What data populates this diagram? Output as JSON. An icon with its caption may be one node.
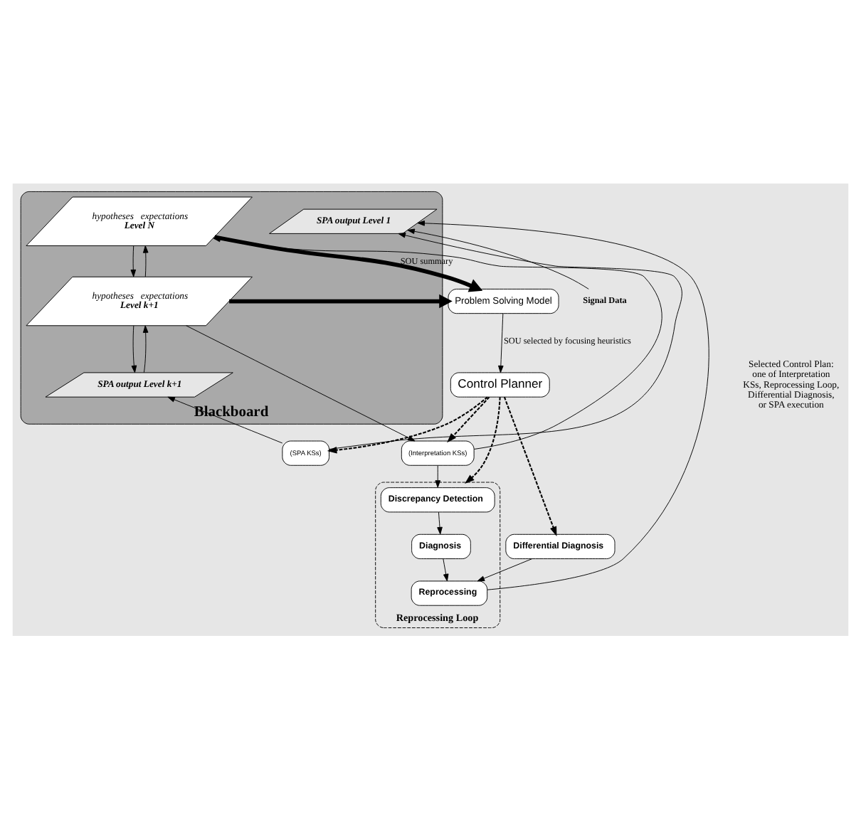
{
  "diagram": {
    "nodes": [
      {
        "text": [
          "Problem Solving Model"
        ]
      },
      {
        "text": [
          "Control Planner"
        ]
      },
      {
        "text": [
          "Blackboard"
        ]
      },
      {
        "text": [
          "hypotheses",
          "expectations",
          "Level N"
        ],
        "in": 2
      },
      {
        "text": [
          "hypotheses",
          "expectations",
          "Level k+1"
        ],
        "in": 2
      },
      {
        "text": [
          "SPA output Level k+1"
        ],
        "in": 2
      },
      {
        "text": [
          "SPA output Level 1"
        ],
        "in": 2
      },
      {
        "text": [
          "(Interpretation KSs)"
        ]
      },
      {
        "text": [
          "(SPA KSs)"
        ]
      },
      {
        "text": [
          "Reprocessing Loop"
        ]
      },
      {
        "text": [
          "Discrepancy Detection"
        ],
        "in": 9
      },
      {
        "text": [
          "Diagnosis"
        ],
        "in": 9
      },
      {
        "text": [
          "Reprocessing"
        ],
        "in": 9
      },
      {
        "text": [
          "Differential Diagnosis"
        ]
      },
      {
        "text": [
          "Signal Data"
        ]
      }
    ],
    "edges": [
      {
        "from": 3,
        "to": 0,
        "arrow": "to",
        "label": "SOU summary",
        "style": "thick"
      },
      {
        "from": 4,
        "to": 0,
        "arrow": "to",
        "style": "thick"
      },
      {
        "from": 0,
        "to": 1,
        "arrow": "to",
        "label": "SOU selected by focusing heuristics"
      },
      {
        "from": 4,
        "to": 3,
        "arrow": "to"
      },
      {
        "from": 3,
        "to": 4,
        "arrow": "to"
      },
      {
        "from": 5,
        "to": 4,
        "arrow": "to"
      },
      {
        "from": 4,
        "to": 5,
        "arrow": "to"
      },
      {
        "from": 7,
        "to": 3,
        "arrow": "to"
      },
      {
        "from": 4,
        "to": 7,
        "arrow": "to"
      },
      {
        "from": 8,
        "to": 5,
        "arrow": "to"
      },
      {
        "from": 8,
        "to": 6,
        "arrow": "to"
      },
      {
        "from": 1,
        "to": 7,
        "arrow": "to",
        "style": "dashed"
      },
      {
        "from": 1,
        "to": 8,
        "arrow": "to",
        "style": "dashed"
      },
      {
        "from": 1,
        "to": 9,
        "arrow": "to",
        "style": "dashed"
      },
      {
        "from": 1,
        "to": 13,
        "arrow": "to",
        "style": "dashed"
      },
      {
        "from": 7,
        "to": 10,
        "arrow": "to"
      },
      {
        "from": 10,
        "to": 11,
        "arrow": "to"
      },
      {
        "from": 11,
        "to": 12,
        "arrow": "to"
      },
      {
        "from": 13,
        "to": 12,
        "arrow": "to"
      },
      {
        "from": 12,
        "to": 6,
        "arrow": "to"
      },
      {
        "from": 14,
        "to": 6,
        "arrow": "to"
      }
    ],
    "labels": [
      "Selected Control Plan: one of Interpretation KSs, Reprocessing Loop, Differential Diagnosis, or SPA execution"
    ]
  }
}
